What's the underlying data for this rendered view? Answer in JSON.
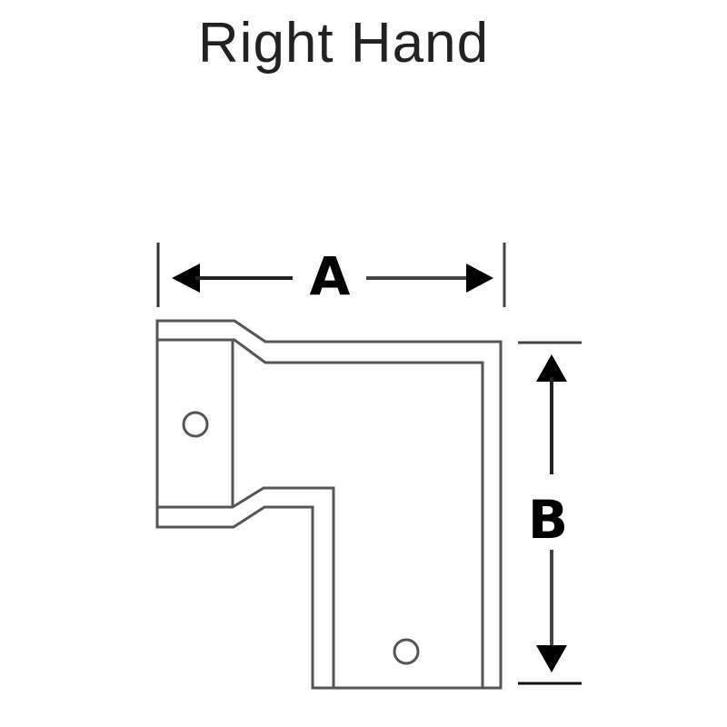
{
  "title": "Right Hand",
  "dimensions": {
    "width_label": "A",
    "height_label": "B"
  },
  "colors": {
    "line": "#555555",
    "dimension": "#111111"
  }
}
